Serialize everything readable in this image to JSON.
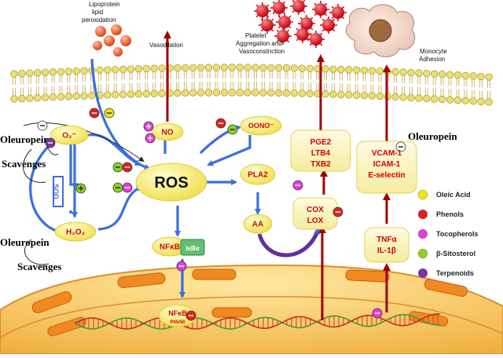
{
  "labels": {
    "lipoprotein_1": "Lipoprotein",
    "lipoprotein_2": "lipid",
    "lipoprotein_3": "peroxidation",
    "vasodilation": "Vasodilation",
    "platelet_1": "Platelet",
    "platelet_2": "Aggregation and",
    "platelet_3": "Vasoconstriction",
    "monocyte_1": "Monocyte",
    "monocyte_2": "Adhesion",
    "oleuropein_top": "Oleuropein",
    "oleuropein_right": "Oleuropein",
    "oleuropein_mid": "Oleuropein",
    "scavenges_top": "Scavenges",
    "scavenges_bottom": "Scavenges"
  },
  "nodes": {
    "o2": "O₂⁻",
    "sod": "SOD",
    "h2o2": "H₂O₂",
    "no": "NO",
    "ros": "ROS",
    "oono": "OONO⁻",
    "pla2": "PLA2",
    "aa": "AA",
    "nfkb": "NFκB",
    "ikba": "IκBα",
    "nfkb_nuc": "NFκB",
    "p65": "P65/50",
    "cox": "COX",
    "lox": "LOX",
    "pge2": "PGE2",
    "ltb4": "LTB4",
    "txb2": "TXB2",
    "vcam": "VCAM-1",
    "icam": "ICAM-1",
    "eselectin": "E-selectin",
    "tnf": "TNFα",
    "il1b": "IL-1β"
  },
  "legend": [
    {
      "label": "Oleic Acid",
      "color": "#f2e600"
    },
    {
      "label": "Phenols",
      "color": "#e02020"
    },
    {
      "label": "Tocopherols",
      "color": "#e040e0"
    },
    {
      "label": "β-Sitosterol",
      "color": "#90d020"
    },
    {
      "label": "Terpenoids",
      "color": "#8030a0"
    }
  ],
  "colors": {
    "arrow_blue": "#3a6fe0",
    "arrow_red": "#a00000",
    "node_text": "#d40000",
    "node_fill": "#f8f080",
    "membrane_head": "#e8e070"
  }
}
